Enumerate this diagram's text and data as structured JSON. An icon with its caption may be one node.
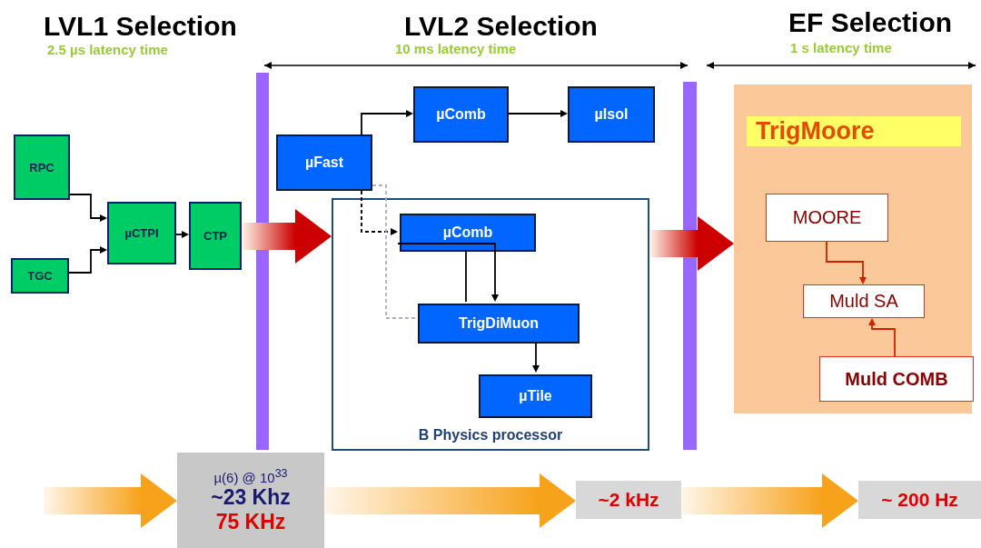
{
  "diagram": {
    "nodes": [
      {
        "text": [
          "RPC"
        ]
      },
      {
        "text": [
          "TGC"
        ]
      },
      {
        "text": [
          "µCTPI"
        ]
      },
      {
        "text": [
          "CTP"
        ]
      },
      {
        "text": [
          "µFast"
        ]
      },
      {
        "text": [
          "µComb"
        ]
      },
      {
        "text": [
          "µIsol"
        ]
      },
      {
        "text": [
          "B Physics processor"
        ]
      },
      {
        "text": [
          "µComb"
        ],
        "in": 7
      },
      {
        "text": [
          "TrigDiMuon"
        ],
        "in": 7
      },
      {
        "text": [
          "µTile"
        ],
        "in": 7
      },
      {
        "text": [
          "TrigMoore"
        ]
      },
      {
        "text": [
          "MOORE"
        ],
        "in": 11
      },
      {
        "text": [
          "Muld SA"
        ],
        "in": 11
      },
      {
        "text": [
          "Muld COMB"
        ],
        "in": 11
      },
      {
        "text": [
          "µ(6) @ 10$^{33}$",
          "~23 Khz",
          "75 KHz"
        ]
      },
      {
        "text": [
          "~2 kHz"
        ]
      },
      {
        "text": [
          "~ 200 Hz"
        ]
      }
    ],
    "edges": [
      {
        "from": 0,
        "to": 2,
        "arrow": "to"
      },
      {
        "from": 1,
        "to": 2,
        "arrow": "to"
      },
      {
        "from": 2,
        "to": 3,
        "arrow": "to"
      },
      {
        "from": 4,
        "to": 5,
        "arrow": "to"
      },
      {
        "from": 5,
        "to": 6,
        "arrow": "to"
      },
      {
        "from": 4,
        "to": 8,
        "arrow": "to",
        "style": "dashed"
      },
      {
        "from": 4,
        "to": 9,
        "arrow": "none",
        "style": "dashed",
        "color": "#b0b0b0"
      },
      {
        "from": 8,
        "to": 9,
        "arrow": "none"
      },
      {
        "from": 8,
        "to": 9,
        "arrow": "to"
      },
      {
        "from": 9,
        "to": 10,
        "arrow": "to"
      },
      {
        "from": 3,
        "to": 7,
        "arrow": "to",
        "style": "thick",
        "color": "#cc0000"
      },
      {
        "from": 7,
        "to": 11,
        "arrow": "to",
        "style": "thick",
        "color": "#cc0000"
      },
      {
        "from": null,
        "to": 15,
        "arrow": "to",
        "style": "thick",
        "color": "#f7a21b"
      },
      {
        "from": 15,
        "to": 16,
        "arrow": "to",
        "style": "thick",
        "color": "#f7a21b"
      },
      {
        "from": 16,
        "to": 17,
        "arrow": "to",
        "style": "thick",
        "color": "#f7a21b"
      },
      {
        "from": 12,
        "to": 13,
        "arrow": "to",
        "color": "#cc2200"
      },
      {
        "from": 14,
        "to": 13,
        "arrow": "to",
        "color": "#cc2200"
      }
    ],
    "labels": [
      "LVL1 Selection",
      "2.5 µs latency time",
      "LVL2 Selection",
      "10 ms latency time",
      "EF Selection",
      "1 s latency time"
    ]
  }
}
